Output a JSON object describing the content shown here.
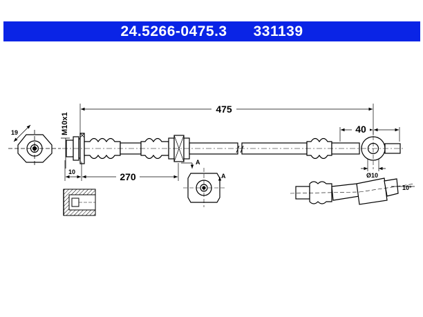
{
  "header": {
    "part_number": "24.5266-0475.3",
    "ref_number": "331139",
    "background_color": "#0a24e6",
    "text_color": "#ffffff"
  },
  "dimensions": {
    "length": "475",
    "inner_length": "270",
    "end_offset": "40",
    "thread": "M10x1",
    "fitting_width": "10",
    "eye_size": "19",
    "hole_diameter": "Ø10",
    "angle": "10°",
    "section_marker_main": "A",
    "section_marker_detail": "A"
  }
}
